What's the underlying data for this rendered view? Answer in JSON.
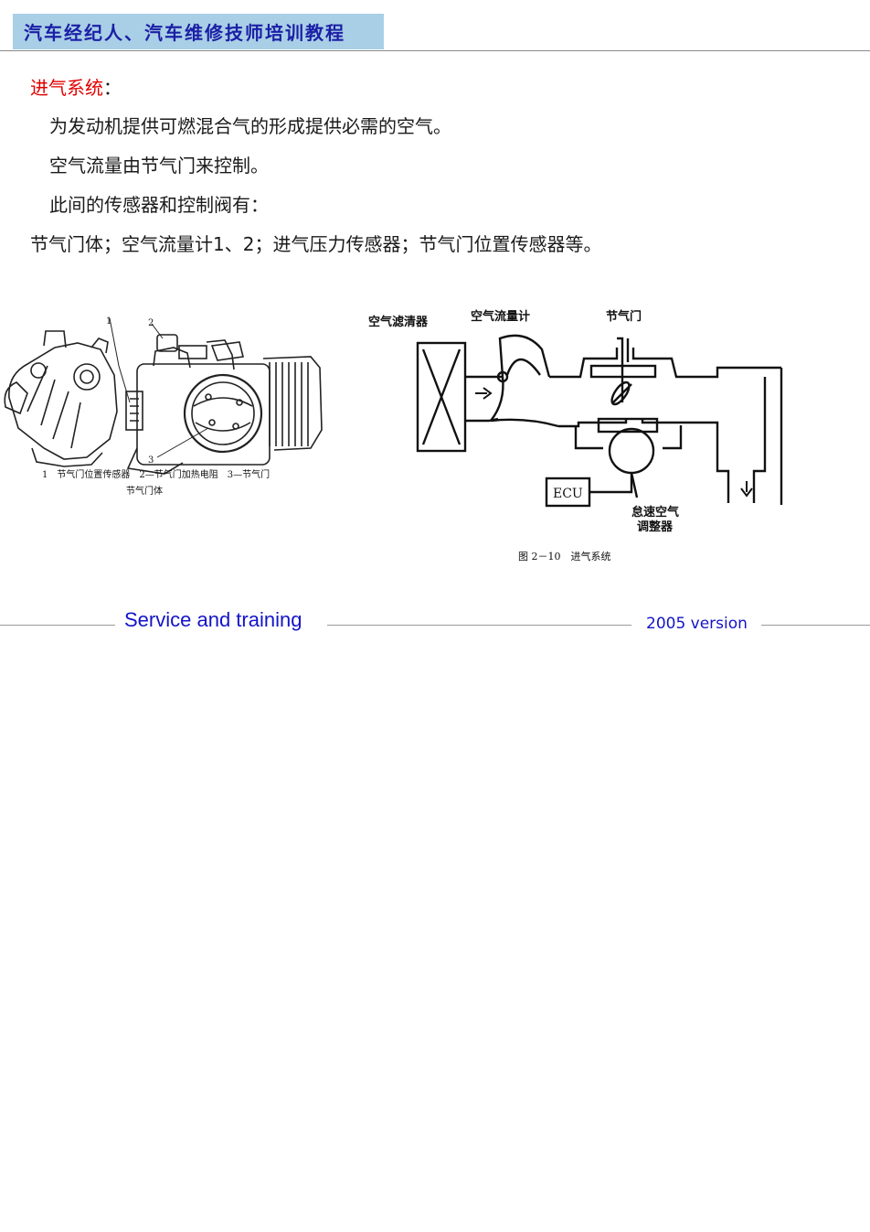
{
  "header": {
    "title": "汽车经纪人、汽车维修技师培训教程"
  },
  "content": {
    "heading": "进气系统",
    "heading_colon": "：",
    "line1": "为发动机提供可燃混合气的形成提供必需的空气。",
    "line2": "空气流量由节气门来控制。",
    "line3": "此间的传感器和控制阀有：",
    "line4_a": "节气门体；空气流量计",
    "line4_b": "1、2",
    "line4_c": "；进气压力传感器；节气门位置传感器等。"
  },
  "figure_left": {
    "callout_1": "1",
    "callout_2": "2",
    "callout_3": "3",
    "caption_parts": "1　节气门位置传感器　2—节气门加热电阻　3—节气门",
    "caption_title": "节气门体"
  },
  "figure_right": {
    "label_filter": "空气滤清器",
    "label_flowmeter": "空气流量计",
    "label_throttle": "节气门",
    "label_ecu": "ECU",
    "label_idle_1": "怠速空气",
    "label_idle_2": "调整器",
    "caption": "图 2－10　进气系统"
  },
  "footer": {
    "left": "Service and training",
    "right": "2005 version"
  }
}
